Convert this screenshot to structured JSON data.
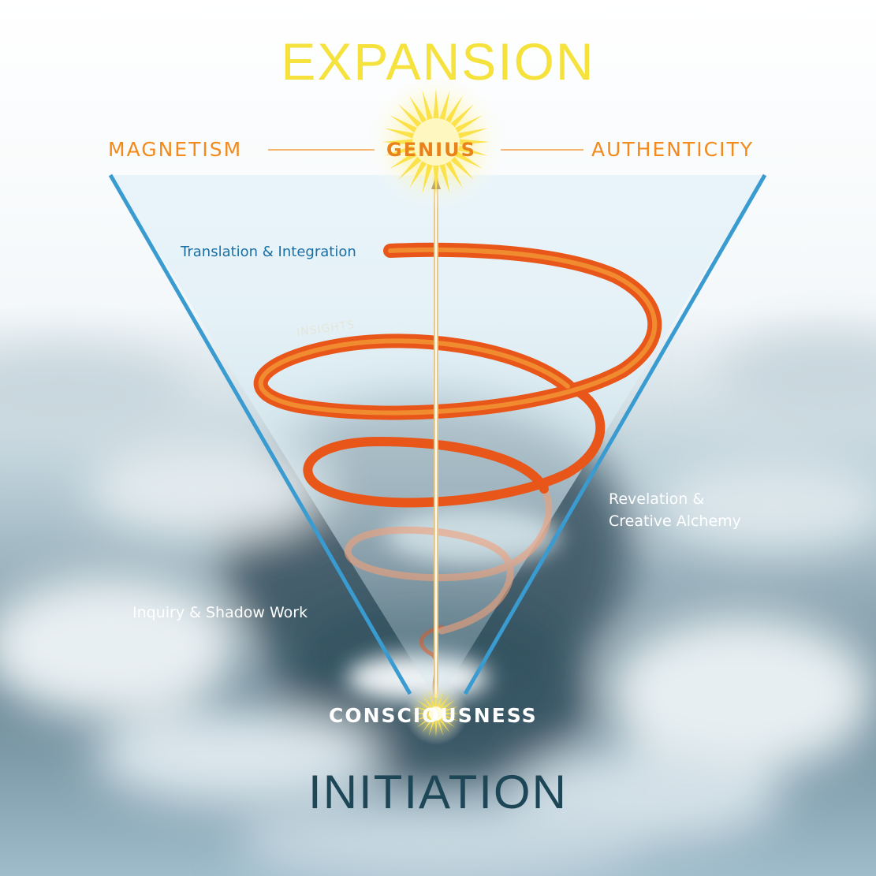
{
  "title_top": "EXPANSION",
  "left_quality": "MAGNETISM",
  "center_quality": "GENIUS",
  "right_quality": "AUTHENTICITY",
  "stages": {
    "translation": "Translation & Integration",
    "insights": "INSIGHTS",
    "revelation_line1": "Revelation &",
    "revelation_line2": "Creative Alchemy",
    "inquiry": "Inquiry & Shadow Work"
  },
  "base_label": "CONSCIOUSNESS",
  "title_bottom": "INITIATION",
  "colors": {
    "yellow": "#f5e23c",
    "orange": "#f28a1c",
    "blue": "#1a6fa3",
    "dark": "#1d4657",
    "spiral": "#e8561a"
  }
}
